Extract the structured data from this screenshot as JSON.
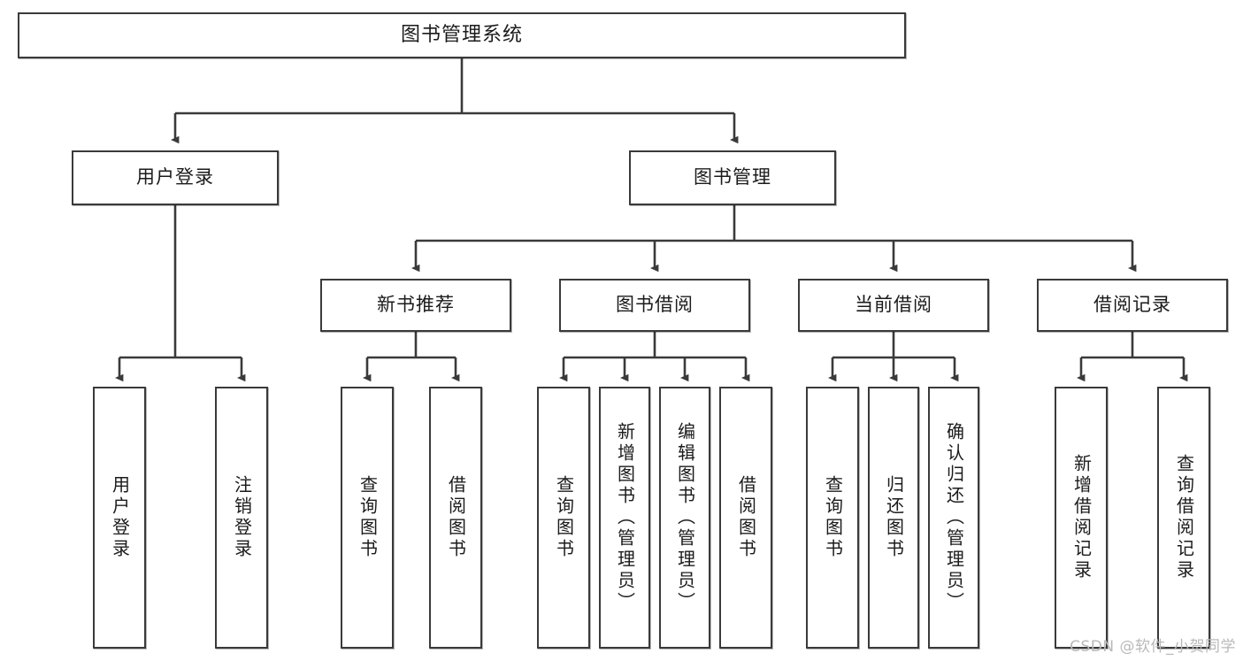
{
  "diagram": {
    "title": "图书管理系统",
    "watermark": "CSDN @软件_小贺同学",
    "line_color": "#3a3a3a",
    "box_fill": "#ffffff",
    "text_color": "#1b1b1b"
  },
  "root": {
    "label": "图书管理系统"
  },
  "level2": [
    {
      "label": "用户登录"
    },
    {
      "label": "图书管理"
    }
  ],
  "level3": [
    {
      "label": "新书推荐"
    },
    {
      "label": "图书借阅"
    },
    {
      "label": "当前借阅"
    },
    {
      "label": "借阅记录"
    }
  ],
  "leaves": {
    "user_login": [
      {
        "label": "用户登录"
      },
      {
        "label": "注销登录"
      }
    ],
    "new_book": [
      {
        "label": "查询图书"
      },
      {
        "label": "借阅图书"
      }
    ],
    "borrow_book": [
      {
        "label": "查询图书"
      },
      {
        "label": "新增图书（管理员）"
      },
      {
        "label": "编辑图书（管理员）"
      },
      {
        "label": "借阅图书"
      }
    ],
    "current_borrow": [
      {
        "label": "查询图书"
      },
      {
        "label": "归还图书"
      },
      {
        "label": "确认归还（管理员）"
      }
    ],
    "borrow_record": [
      {
        "label": "新增借阅记录"
      },
      {
        "label": "查询借阅记录"
      }
    ]
  }
}
